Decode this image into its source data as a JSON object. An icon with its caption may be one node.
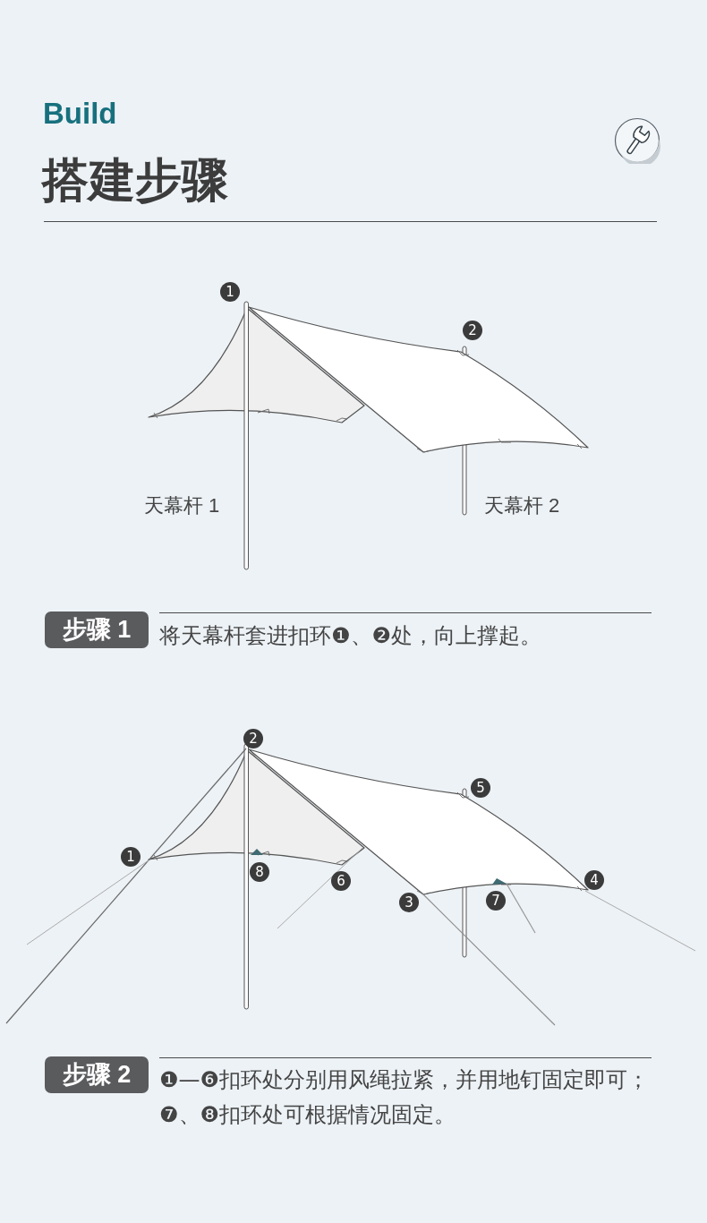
{
  "diagram": {
    "title": "搭建步骤",
    "nodes": [
      {
        "text": [
          "步骤 1"
        ],
        "beside": [
          "将天幕杆套进扣环❶、❷处，向上撑起。"
        ]
      },
      {
        "text": [
          "步骤 2"
        ],
        "beside": [
          "❶—❻扣环处分别用风绳拉紧，并用地钉固定即可；❼、❽扣环处可根据情况固定。"
        ]
      }
    ],
    "labels": [
      "Build",
      "1",
      "2",
      "天幕杆 1",
      "天幕杆 2",
      "2",
      "5",
      "1",
      "8",
      "6",
      "4",
      "3",
      "7"
    ]
  }
}
